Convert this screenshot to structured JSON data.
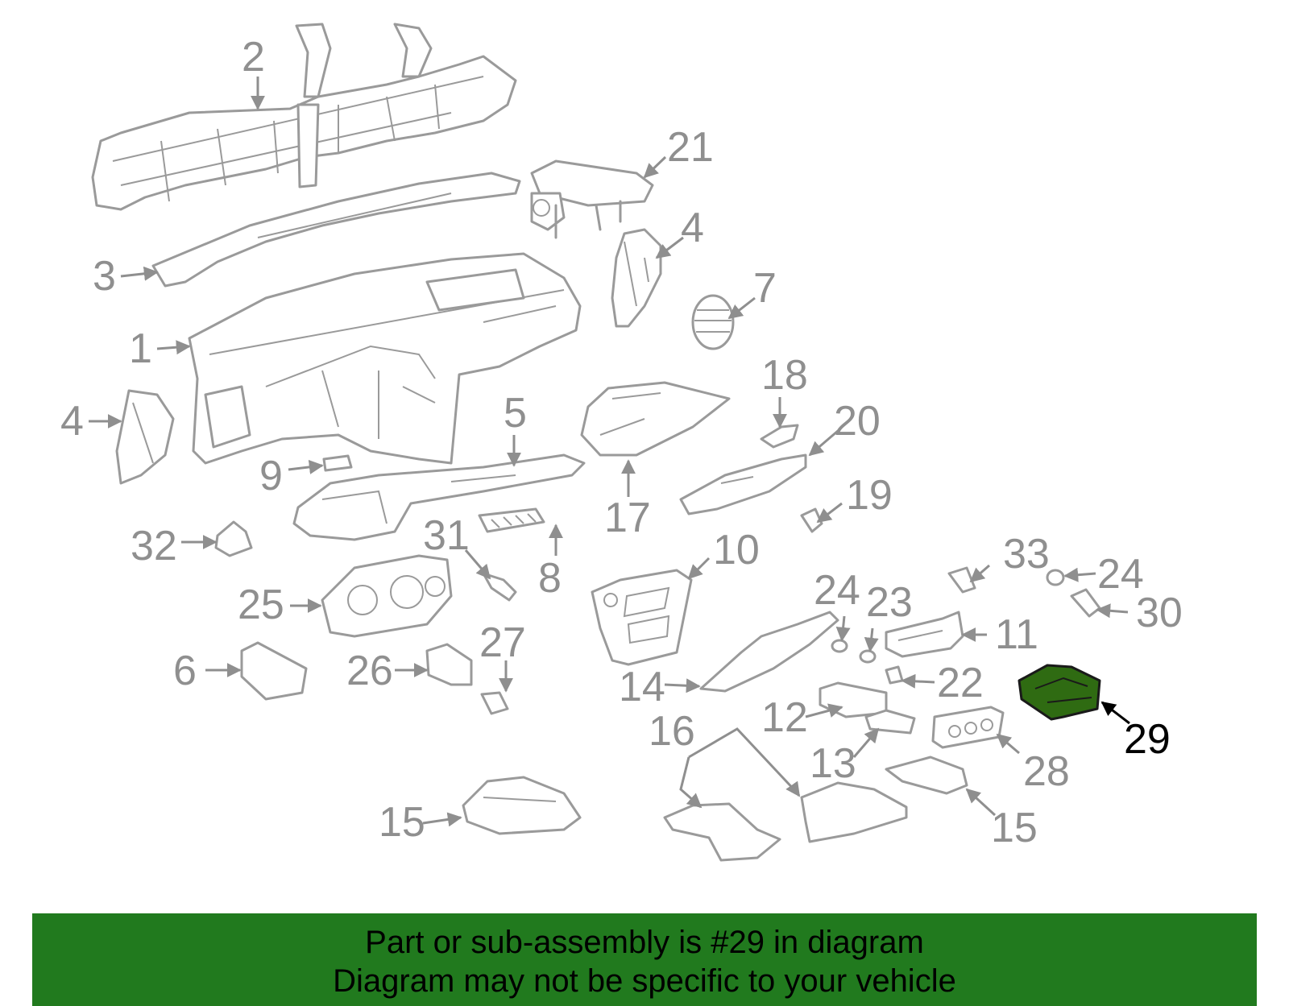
{
  "colors": {
    "banner_bg": "#217a1e",
    "highlight_part": "#2f6b12",
    "line_art": "#9a9a9a"
  },
  "highlighted_part": "29",
  "callouts": {
    "c1": "1",
    "c2": "2",
    "c3": "3",
    "c4a": "4",
    "c4b": "4",
    "c5": "5",
    "c6": "6",
    "c7": "7",
    "c8": "8",
    "c9": "9",
    "c10": "10",
    "c11": "11",
    "c12": "12",
    "c13": "13",
    "c14": "14",
    "c15a": "15",
    "c15b": "15",
    "c16": "16",
    "c17": "17",
    "c18": "18",
    "c19": "19",
    "c20": "20",
    "c21": "21",
    "c22": "22",
    "c23": "23",
    "c24a": "24",
    "c24b": "24",
    "c25": "25",
    "c26": "26",
    "c27": "27",
    "c28": "28",
    "c29": "29",
    "c30": "30",
    "c31": "31",
    "c32": "32",
    "c33": "33"
  },
  "banner": {
    "line1": "Part or sub-assembly is #29 in diagram",
    "line2": "Diagram may not be specific to your vehicle"
  }
}
